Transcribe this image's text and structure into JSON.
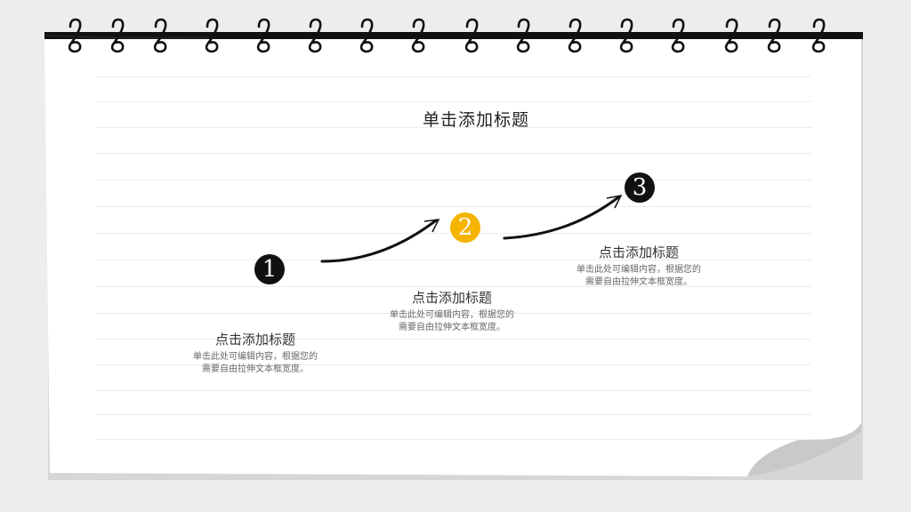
{
  "slide": {
    "title": "单击添加标题"
  },
  "steps": [
    {
      "number": "1",
      "heading": "点击添加标题",
      "body_line1": "单击此处可编辑内容，根据您的",
      "body_line2": "需要自由拉伸文本框宽度。",
      "badge_color": "#111111"
    },
    {
      "number": "2",
      "heading": "点击添加标题",
      "body_line1": "单击此处可编辑内容，根据您的",
      "body_line2": "需要自由拉伸文本框宽度。",
      "badge_color": "#f4b400"
    },
    {
      "number": "3",
      "heading": "点击添加标题",
      "body_line1": "单击此处可编辑内容，根据您的",
      "body_line2": "需要自由拉伸文本框宽度。",
      "badge_color": "#111111"
    }
  ]
}
